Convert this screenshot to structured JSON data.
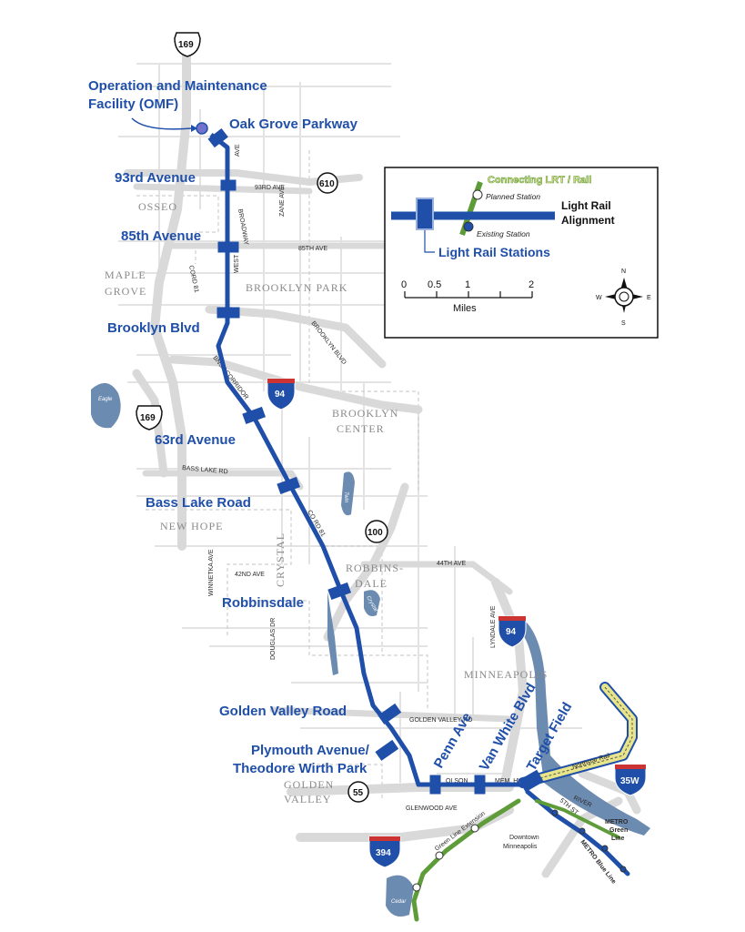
{
  "facility": {
    "label_line1": "Operation and Maintenance",
    "label_line2": "Facility (OMF)"
  },
  "stations": [
    {
      "id": "oak-grove",
      "name": "Oak Grove Parkway"
    },
    {
      "id": "93rd",
      "name": "93rd Avenue"
    },
    {
      "id": "85th",
      "name": "85th Avenue"
    },
    {
      "id": "brooklyn-blvd",
      "name": "Brooklyn Blvd"
    },
    {
      "id": "63rd",
      "name": "63rd Avenue"
    },
    {
      "id": "bass-lake",
      "name": "Bass Lake Road"
    },
    {
      "id": "robbinsdale",
      "name": "Robbinsdale"
    },
    {
      "id": "golden-valley",
      "name": "Golden Valley Road"
    },
    {
      "id": "plymouth-1",
      "name": "Plymouth Avenue/"
    },
    {
      "id": "plymouth-2",
      "name": "Theodore Wirth Park"
    },
    {
      "id": "penn",
      "name": "Penn Ave"
    },
    {
      "id": "van-white",
      "name": "Van White Blvd"
    },
    {
      "id": "target-field",
      "name": "Target Field"
    }
  ],
  "roads": {
    "ave": "AVE",
    "broadway": "BROADWAY",
    "west": "WEST",
    "93rd_ave": "93RD AVE",
    "zane_ave": "ZANE AVE",
    "85th_ave": "85TH AVE",
    "cord_81a": "CORD 81",
    "brooklyn_blvd": "BROOKLYN BLVD",
    "bnsf": "BNSF CORRIDOR",
    "bass_lake_rd": "BASS LAKE RD",
    "co_rd_81": "CO RD 81",
    "winnetka": "WINNETKA AVE",
    "42nd_ave": "42ND AVE",
    "douglas": "DOUGLAS DR",
    "44th_ave": "44TH AVE",
    "lyndale": "LYNDALE AVE",
    "golden_valley_rd": "GOLDEN VALLEY RD",
    "olson": "OLSON",
    "mem_hwy": "MEM. HWY",
    "glenwood": "GLENWOOD AVE",
    "5th_st": "5TH ST"
  },
  "cities": {
    "osseo": "OSSEO",
    "maple": "MAPLE",
    "grove": "GROVE",
    "brooklyn_park": "BROOKLYN PARK",
    "brooklyn": "BROOKLYN",
    "center": "CENTER",
    "new_hope": "NEW HOPE",
    "crystal": "CRYSTAL",
    "robbins": "ROBBINS-",
    "dale": "DALE",
    "minneapolis": "MINNEAPOLIS",
    "golden": "GOLDEN",
    "valley": "VALLEY",
    "downtown1": "Downtown",
    "downtown2": "Minneapolis"
  },
  "water": {
    "eagle": "Eagle",
    "twin": "Twin",
    "crystal_lake": "Crystal",
    "river": "RIVER",
    "cedar": "Cedar"
  },
  "shields": {
    "us169_top": "169",
    "co610": "610",
    "i94_a": "94",
    "us169_b": "169",
    "mn100": "100",
    "i94_b": "94",
    "mn55": "55",
    "i394": "394",
    "i35w": "35W"
  },
  "other_lines": {
    "northstar": "Northstar Rail",
    "green_ext": "Green Line Extension",
    "metro_green_1": "METRO",
    "metro_green_2": "Green",
    "metro_green_3": "Line",
    "metro_blue": "METRO Blue Line"
  },
  "legend": {
    "connecting": "Connecting LRT / Rail",
    "planned": "Planned Station",
    "existing": "Existing Station",
    "alignment_1": "Light Rail",
    "alignment_2": "Alignment",
    "stations": "Light Rail Stations",
    "scale_ticks": [
      "0",
      "0.5",
      "1",
      "2"
    ],
    "scale_unit": "Miles",
    "compass": {
      "n": "N",
      "s": "S",
      "e": "E",
      "w": "W"
    }
  },
  "colors": {
    "line": "#1f4fa8",
    "road": "#d9d9d9",
    "minor_road": "#e6e6e6",
    "green_line": "#5e9c3a",
    "northstar": "#e8e48a",
    "water": "#6c8bb0",
    "text_blue": "#1f4fa8"
  }
}
